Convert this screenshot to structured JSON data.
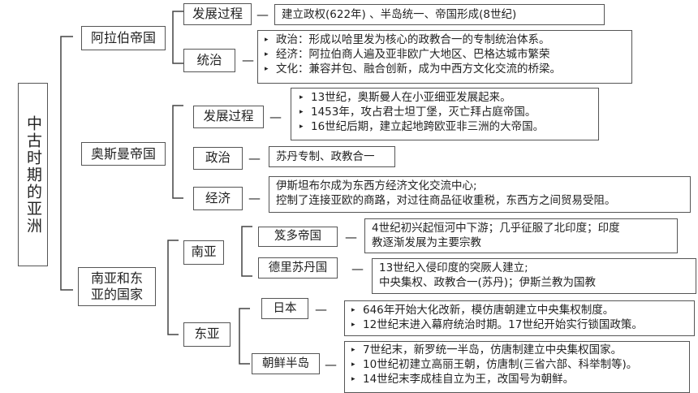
{
  "root": "中古时期的亚洲",
  "arab": {
    "name": "阿拉伯帝国",
    "dev_label": "发展过程",
    "dev_text": "建立政权(622年) 、半岛统一、帝国形成(8世纪)",
    "rule_label": "统治",
    "rule_items": [
      "政治：形成以哈里发为核心的政教合一的专制统治体系。",
      "经济：阿拉伯商人遍及亚非欧广大地区、巴格达城市繁荣",
      "文化：兼容并包、融合创新，成为中西方文化交流的桥梁。"
    ]
  },
  "ottoman": {
    "name": "奥斯曼帝国",
    "dev_label": "发展过程",
    "dev_items": [
      "13世纪，奥斯曼人在小亚细亚发展起来。",
      "1453年，攻占君士坦丁堡，灭亡拜占庭帝国。",
      "16世纪后期，建立起地跨欧亚非三洲的大帝国。"
    ],
    "pol_label": "政治",
    "pol_text": "苏丹专制、政教合一",
    "econ_label": "经济",
    "econ_lines": [
      "伊斯坦布尔成为东西方经济文化交流中心;",
      "控制了连接亚欧的商路，对过往商品征收重税，东西方之间贸易受阻。"
    ]
  },
  "se_asia": {
    "name": "南亚和东亚的国家",
    "south_label": "南亚",
    "gupta_label": "笈多帝国",
    "gupta_lines": [
      "4世纪初兴起恒河中下游；几乎征服了北印度；印度",
      "教逐渐发展为主要宗教"
    ],
    "delhi_label": "德里苏丹国",
    "delhi_lines": [
      "13世纪入侵印度的突厥人建立;",
      "中央集权、政教合一(苏丹)；伊斯兰教为国教"
    ],
    "east_label": "东亚",
    "japan_label": "日本",
    "japan_items": [
      "646年开始大化改新，模仿唐朝建立中央集权制度。",
      "12世纪末进入幕府统治时期。17世纪开始实行锁国政策。"
    ],
    "korea_label": "朝鲜半岛",
    "korea_items": [
      "7世纪末，新罗统一半岛，仿唐制建立中央集权国家。",
      "10世纪初建立高丽王朝，仿唐制(三省六部、科举制等)。",
      "14世纪末李成桂自立为王，改国号为朝鲜。"
    ]
  },
  "dash": "—",
  "bullet_mark": "▸"
}
